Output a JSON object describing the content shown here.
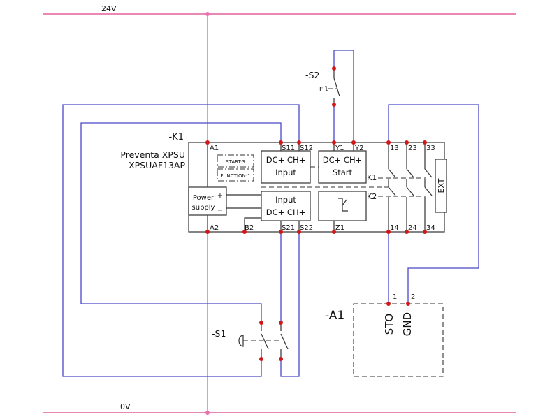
{
  "rails": {
    "top_label": "24V",
    "bottom_label": "0V"
  },
  "module": {
    "tag": "-K1",
    "name": "Preventa XPSU",
    "model": "XPSUAF13AP",
    "top_terminals": [
      "A1",
      "S11",
      "S12",
      "Y1",
      "Y2",
      "13",
      "23",
      "33"
    ],
    "bottom_terminals": [
      "A2",
      "B2",
      "S21",
      "S22",
      "Z1",
      "14",
      "24",
      "34"
    ],
    "param_start": "START:3",
    "param_function": "FUNCTION:1",
    "power_supply_line1": "Power",
    "power_supply_line2": "supply",
    "power_plus": "+",
    "power_minus": "−",
    "input_top_line1": "DC+ CH+",
    "input_top_line2": "Input",
    "input_bottom_line1": "Input",
    "input_bottom_line2": "DC+ CH+",
    "start_line1": "DC+ CH+",
    "start_line2": "Start",
    "relay_k1": "K1",
    "relay_k2": "K2",
    "ext_label": "EXT"
  },
  "devices": {
    "s2_tag": "-S2",
    "s2_symbol": "E",
    "s1_tag": "-S1",
    "a1_tag": "-A1",
    "a1_pin1": "1",
    "a1_pin2": "2",
    "a1_sto": "STO",
    "a1_gnd": "GND"
  },
  "colors": {
    "rail": "#e0609a",
    "wire_blue": "#4b49c8",
    "junction_red": "#d01818",
    "junction_pink": "#ec6fb0"
  }
}
